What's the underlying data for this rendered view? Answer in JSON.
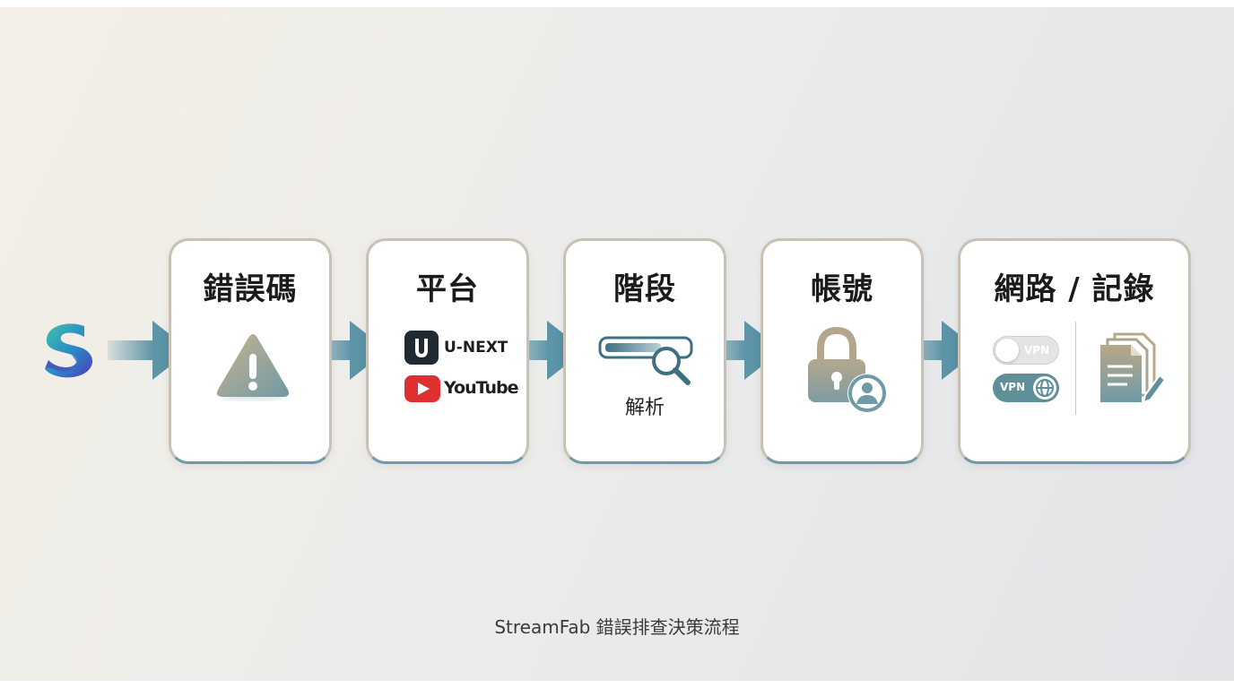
{
  "steps": [
    {
      "title": "錯誤碼",
      "icon": "warning-icon"
    },
    {
      "title": "平台",
      "icon": "platform-logos",
      "platforms": [
        "U-NEXT",
        "YouTube"
      ]
    },
    {
      "title": "階段",
      "icon": "search-progress-icon",
      "label": "解析"
    },
    {
      "title": "帳號",
      "icon": "lock-user-icon"
    },
    {
      "title": "網路 / 記錄",
      "icon": "vpn-log-icon",
      "vpn_off": "VPN",
      "vpn_on": "VPN"
    }
  ],
  "caption": "StreamFab 錯誤排查決策流程",
  "colors": {
    "arrow": "#4f8ba0",
    "accent": "#3f6f82",
    "card_border_top": "#c9c2b4",
    "card_border_bottom": "#6f9aa6"
  }
}
